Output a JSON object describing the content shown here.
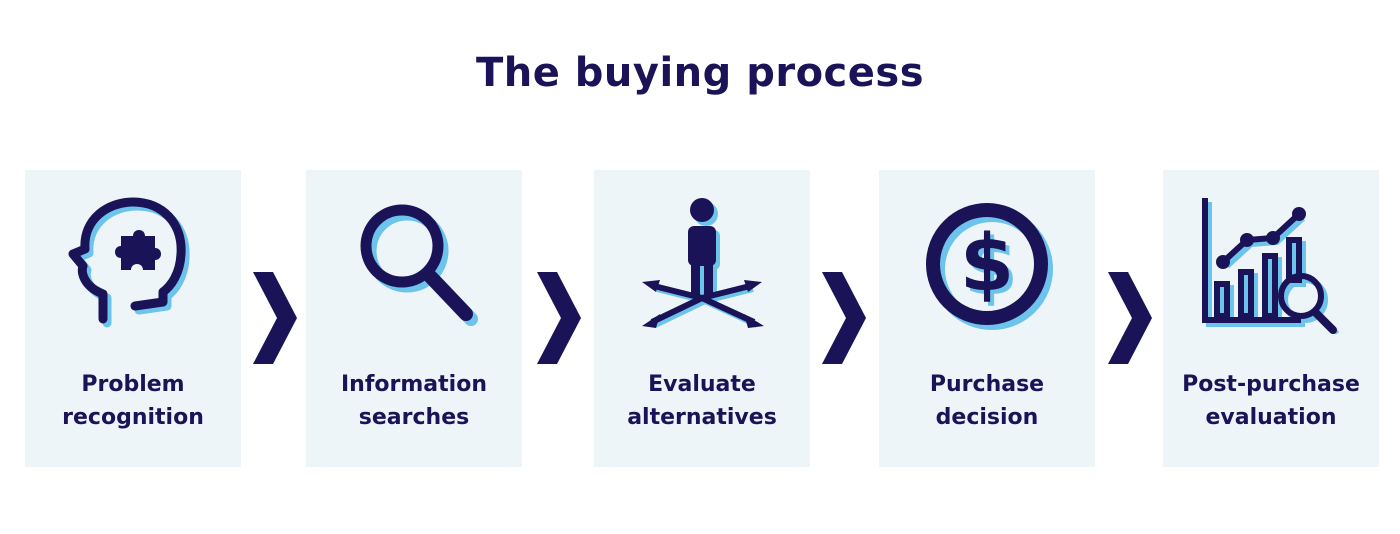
{
  "title": "The buying process",
  "colors": {
    "navy": "#1a1357",
    "light_blue": "#6cc3ec",
    "card_bg": "#eef5f9"
  },
  "steps": [
    {
      "icon": "head-puzzle-icon",
      "label_line1": "Problem",
      "label_line2": "recognition"
    },
    {
      "icon": "magnifier-icon",
      "label_line1": "Information",
      "label_line2": "searches"
    },
    {
      "icon": "person-crossroads-icon",
      "label_line1": "Evaluate",
      "label_line2": "alternatives"
    },
    {
      "icon": "dollar-coin-icon",
      "label_line1": "Purchase",
      "label_line2": "decision"
    },
    {
      "icon": "chart-magnifier-icon",
      "label_line1": "Post-purchase",
      "label_line2": "evaluation"
    }
  ],
  "connector_icon": "chevron-right-icon"
}
